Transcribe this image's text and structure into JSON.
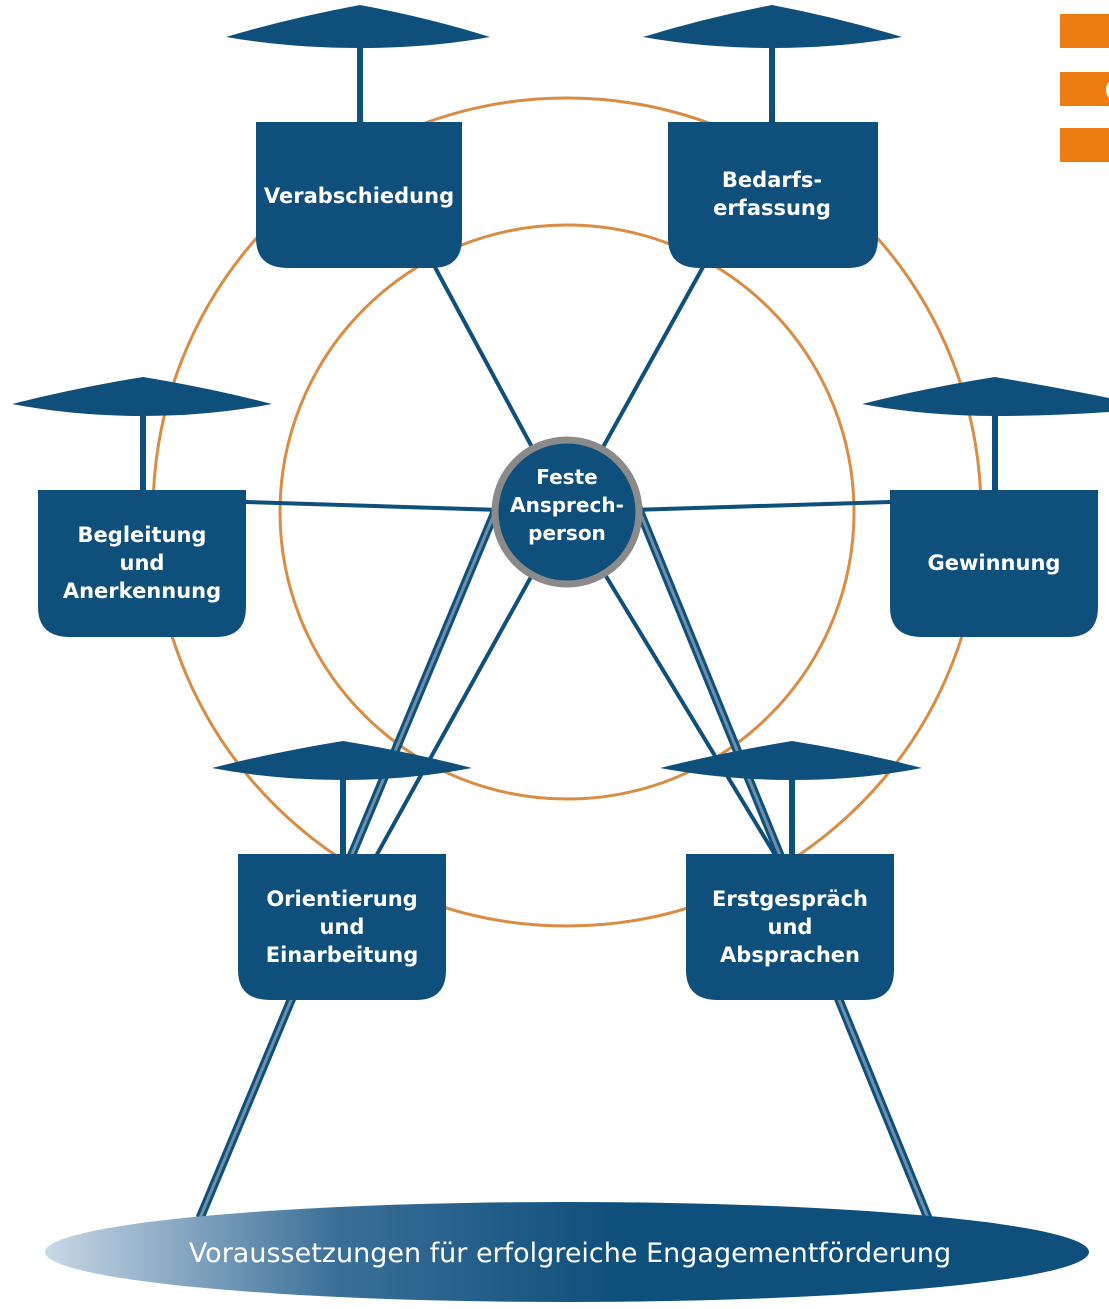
{
  "colors": {
    "primary_blue": "#0f4f7c",
    "orange": "#d98c43",
    "support_gray": "#6f8fa8",
    "hub_border": "#8a8a8a",
    "white": "#ffffff"
  },
  "hub": {
    "lines": [
      "Feste",
      "Ansprech-",
      "person"
    ]
  },
  "gondolas": [
    {
      "id": "verabschiedung",
      "lines": [
        "Verabschiedung"
      ]
    },
    {
      "id": "bedarfserfassung",
      "lines": [
        "Bedarfs-",
        "erfassung"
      ]
    },
    {
      "id": "begleitung",
      "lines": [
        "Begleitung",
        "und",
        "Anerkennung"
      ]
    },
    {
      "id": "gewinnung",
      "lines": [
        "Gewinnung"
      ]
    },
    {
      "id": "orientierung",
      "lines": [
        "Orientierung",
        "und",
        "Einarbeitung"
      ]
    },
    {
      "id": "erstgespraech",
      "lines": [
        "Erstgespräch",
        "und",
        "Absprachen"
      ]
    }
  ],
  "base": {
    "label": "Voraussetzungen für erfolgreiche Engagementförderung"
  },
  "corner_logo": {
    "icon": "orange-bars-logo-icon"
  }
}
